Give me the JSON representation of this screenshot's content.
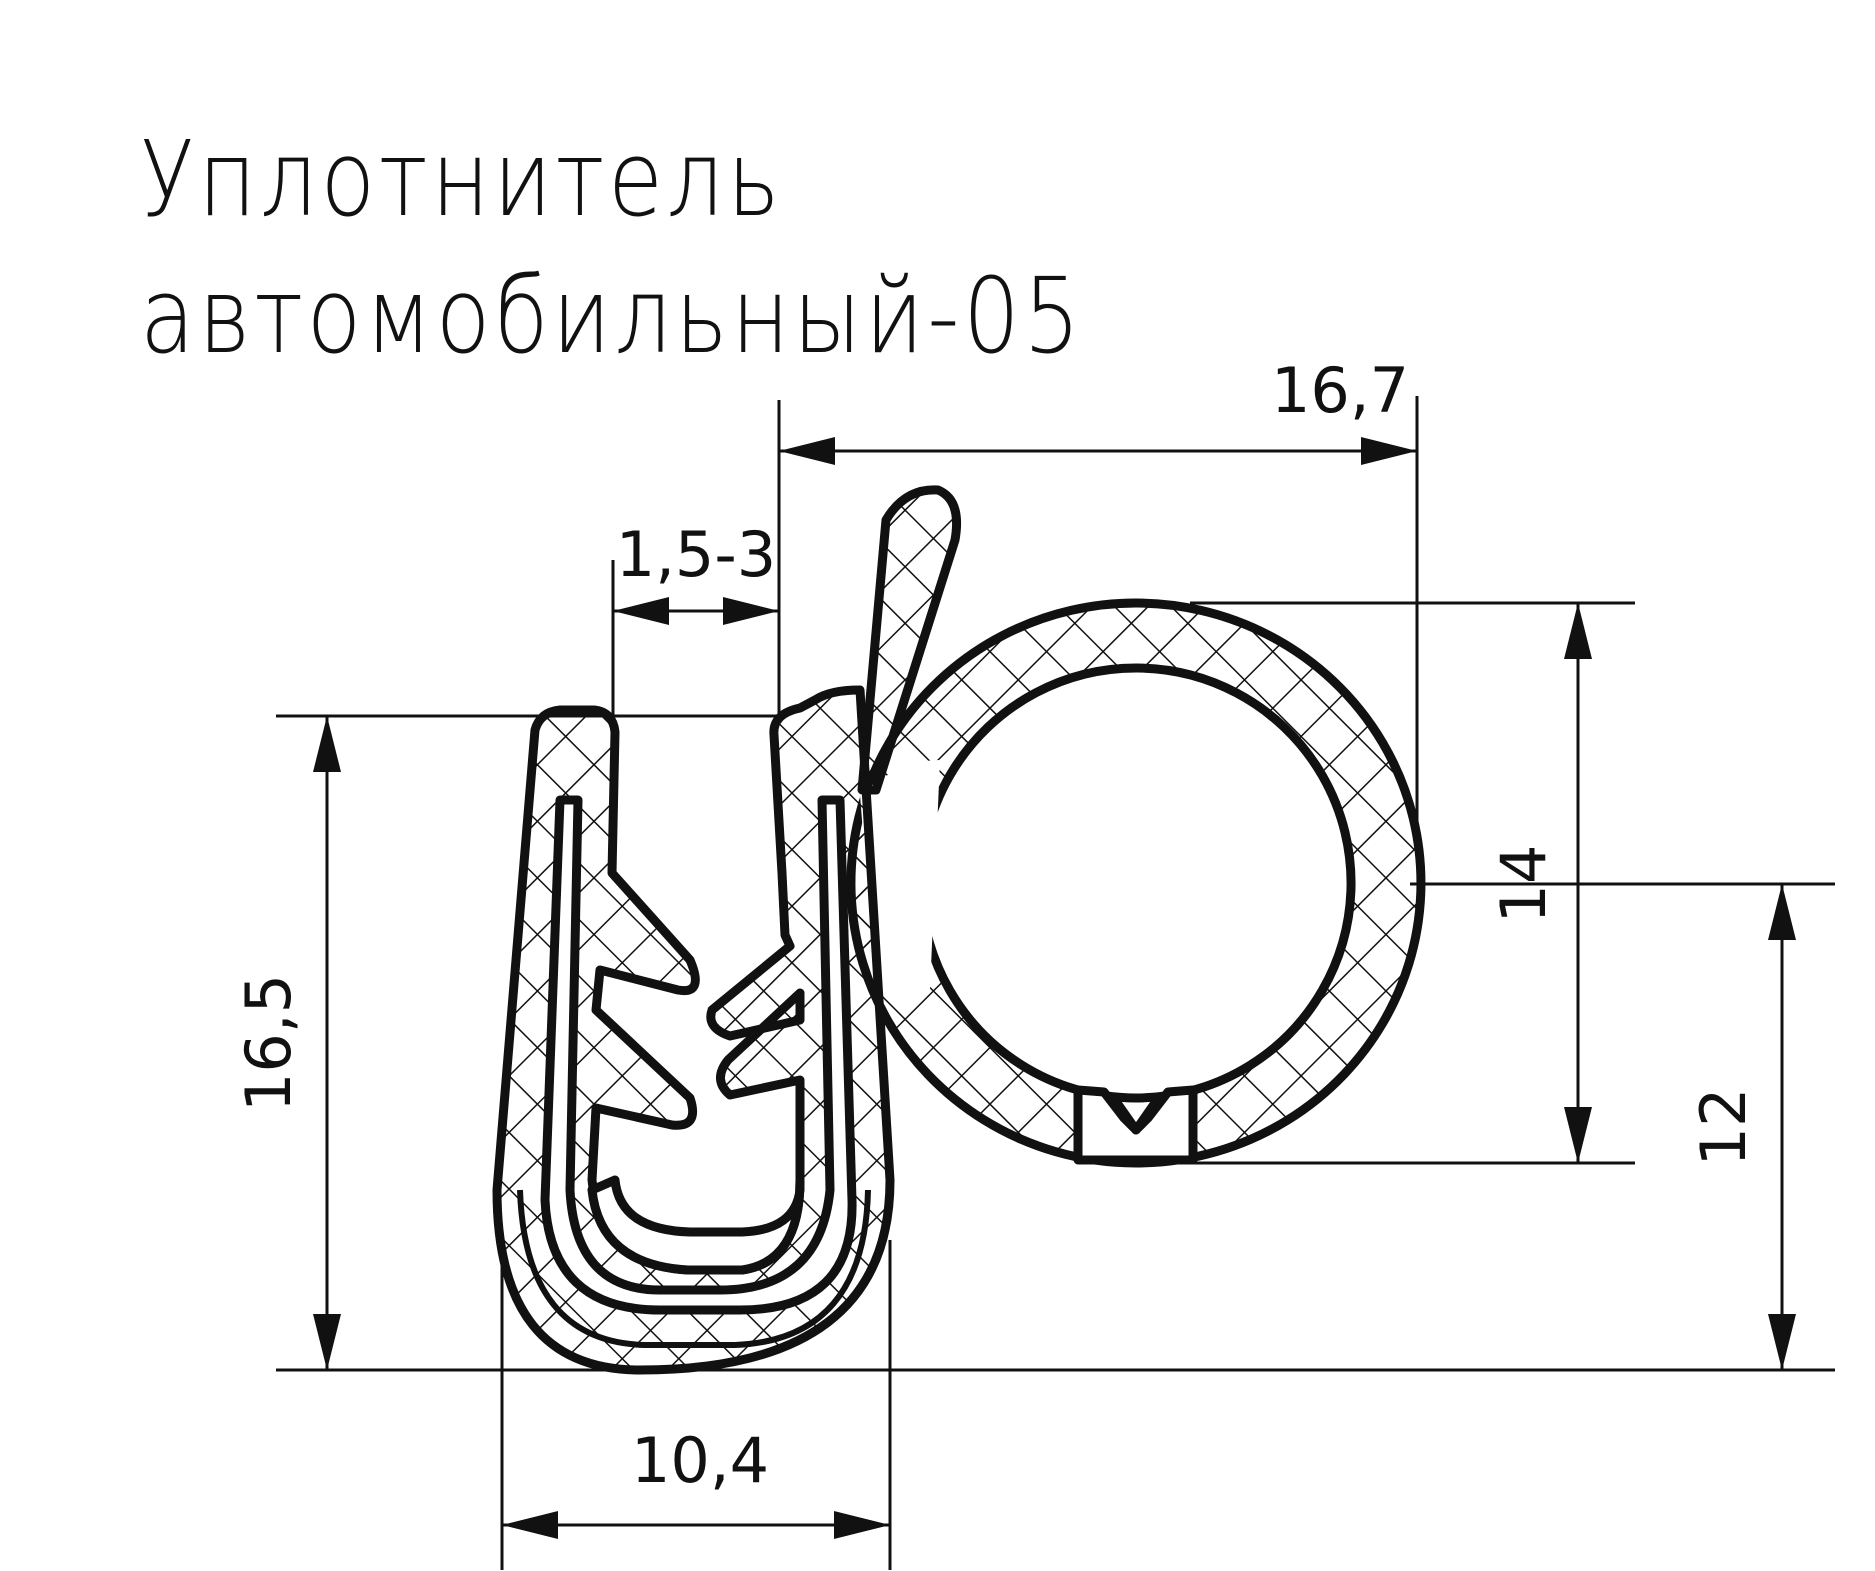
{
  "title": {
    "line1": "Уплотнитель",
    "line2": "автомобильный-05"
  },
  "dimensions": {
    "overall_width": "16,7",
    "gap": "1,5-3",
    "clip_height": "16,5",
    "bulb_diameter": "14",
    "bulb_center_height": "12",
    "clip_width": "10,4"
  },
  "colors": {
    "line": "#111111",
    "background": "#ffffff"
  }
}
